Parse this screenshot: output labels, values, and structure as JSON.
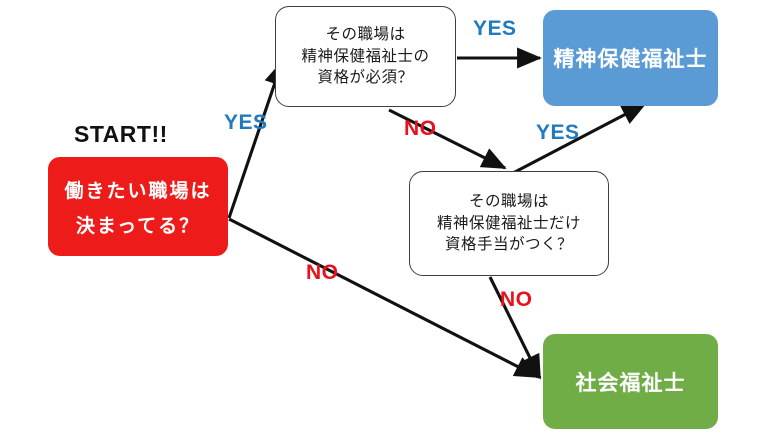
{
  "diagram": {
    "title_label": "START!!",
    "nodes": {
      "start": {
        "lines": [
          "働きたい職場は",
          "決まってる？"
        ],
        "color": "#ee1b1b",
        "shape": "rounded-rect"
      },
      "question_1": {
        "lines": [
          "その職場は",
          "精神保健福祉士の",
          "資格が必須？"
        ],
        "color": "#ffffff",
        "shape": "rounded-rect-outline"
      },
      "question_2": {
        "lines": [
          "その職場は",
          "精神保健福祉士だけ",
          "資格手当がつく？"
        ],
        "color": "#ffffff",
        "shape": "rounded-rect-outline"
      },
      "result_psw": {
        "lines": [
          "精神保健福祉士"
        ],
        "color": "#5b9bd5",
        "shape": "rounded-rect"
      },
      "result_sw": {
        "lines": [
          "社会福祉士"
        ],
        "color": "#70ad47",
        "shape": "rounded-rect"
      }
    },
    "edges": [
      {
        "from": "start",
        "to": "question_1",
        "label": "YES",
        "label_color": "#1f7ac0"
      },
      {
        "from": "start",
        "to": "result_sw",
        "label": "NO",
        "label_color": "#e8111c"
      },
      {
        "from": "question_1",
        "to": "result_psw",
        "label": "YES",
        "label_color": "#1f7ac0"
      },
      {
        "from": "question_1",
        "to": "question_2",
        "label": "NO",
        "label_color": "#e8111c"
      },
      {
        "from": "question_2",
        "to": "result_psw",
        "label": "YES",
        "label_color": "#1f7ac0"
      },
      {
        "from": "question_2",
        "to": "result_sw",
        "label": "NO",
        "label_color": "#e8111c"
      }
    ],
    "labels": {
      "yes_1": "YES",
      "yes_2": "YES",
      "yes_3": "YES",
      "no_1": "NO",
      "no_2": "NO",
      "no_3": "NO"
    }
  }
}
